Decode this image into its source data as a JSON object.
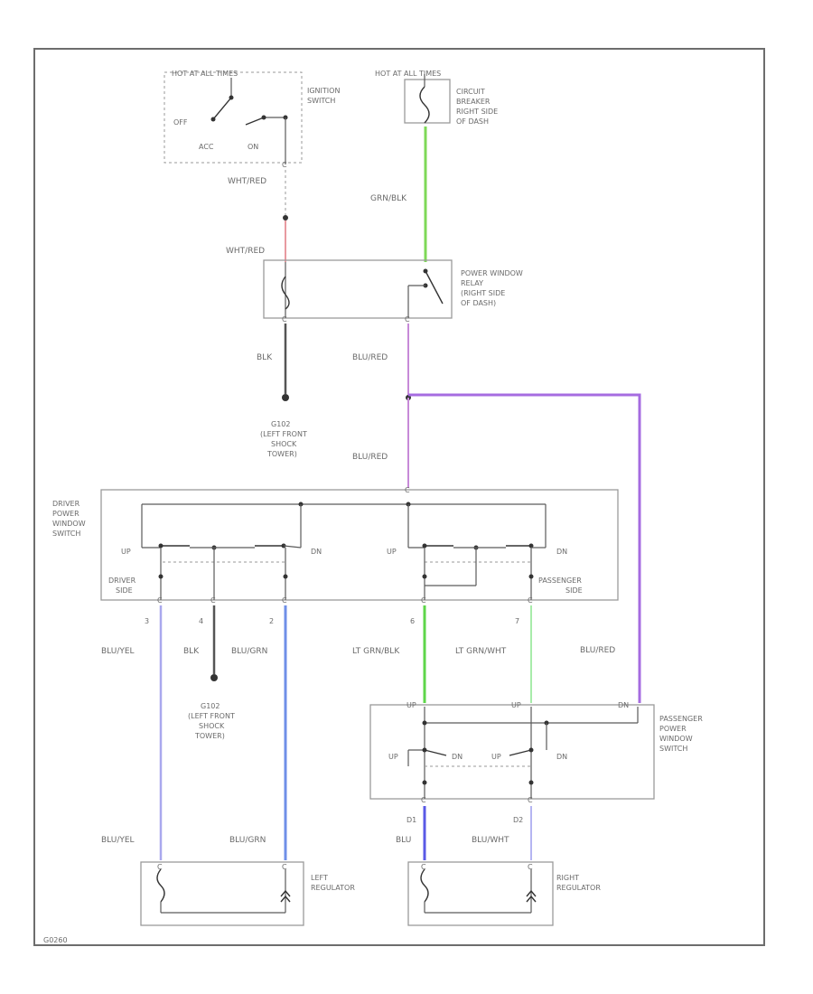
{
  "colors": {
    "grn_blk": "#7ed957",
    "wht_red": "#e89aa0",
    "blu_red": "#c78ad8",
    "blu_red_long": "#a66ce0",
    "blu_yel": "#a9a8ee",
    "blu_grn": "#6f8fe8",
    "lt_grn_blk": "#5ed64a",
    "lt_grn_wht": "#a8ecaa",
    "blu": "#5a5ae6",
    "blu_wht": "#b5b5f2",
    "blk": "#555555"
  },
  "labels": {
    "hot_power_left": "HOT AT ALL TIMES",
    "ignition_switch": [
      "IGNITION",
      "SWITCH"
    ],
    "off": "OFF",
    "acc": "ACC",
    "on": "ON",
    "hot_power_right": "HOT AT ALL TIMES",
    "circuit_breaker": [
      "CIRCUIT",
      "BREAKER",
      "RIGHT SIDE",
      "OF DASH"
    ],
    "wht_red_1": "WHT/RED",
    "wht_red_2": "WHT/RED",
    "grn_blk": "GRN/BLK",
    "relay": [
      "POWER WINDOW",
      "RELAY",
      "(RIGHT SIDE",
      "OF DASH)"
    ],
    "blk_1": "BLK",
    "blu_red_1": "BLU/RED",
    "ground_1": [
      "G102",
      "(LEFT FRONT",
      "SHOCK",
      "TOWER)"
    ],
    "blu_red_2": "BLU/RED",
    "driver_switch": [
      "DRIVER",
      "POWER",
      "WINDOW",
      "SWITCH"
    ],
    "up_1": "UP",
    "dn_1": "DN",
    "up_2": "UP",
    "dn_2": "DN",
    "driver_side": [
      "DRIVER",
      "SIDE"
    ],
    "passenger_side": [
      "PASSENGER",
      "SIDE"
    ],
    "pin_3": "3",
    "pin_4": "4",
    "pin_2": "2",
    "pin_6": "6",
    "pin_7": "7",
    "blu_yel_1": "BLU/YEL",
    "blk_2": "BLK",
    "blu_grn_1": "BLU/GRN",
    "lt_grn_blk": "LT GRN/BLK",
    "lt_grn_wht": "LT GRN/WHT",
    "blu_red_3": "BLU/RED",
    "ground_2": [
      "G102",
      "(LEFT FRONT",
      "SHOCK",
      "TOWER)"
    ],
    "passenger_switch": [
      "PASSENGER",
      "POWER",
      "WINDOW",
      "SWITCH"
    ],
    "up_3": "UP",
    "dn_3": "DN",
    "up_4": "UP",
    "dn_4": "DN",
    "pin_d1": "D1",
    "pin_d2": "D2",
    "blu_yel_2": "BLU/YEL",
    "blu_grn_2": "BLU/GRN",
    "blu": "BLU",
    "blu_wht": "BLU/WHT",
    "left_regulator": [
      "LEFT",
      "REGULATOR"
    ],
    "right_regulator": [
      "RIGHT",
      "REGULATOR"
    ],
    "diagram_id": "G0260"
  }
}
